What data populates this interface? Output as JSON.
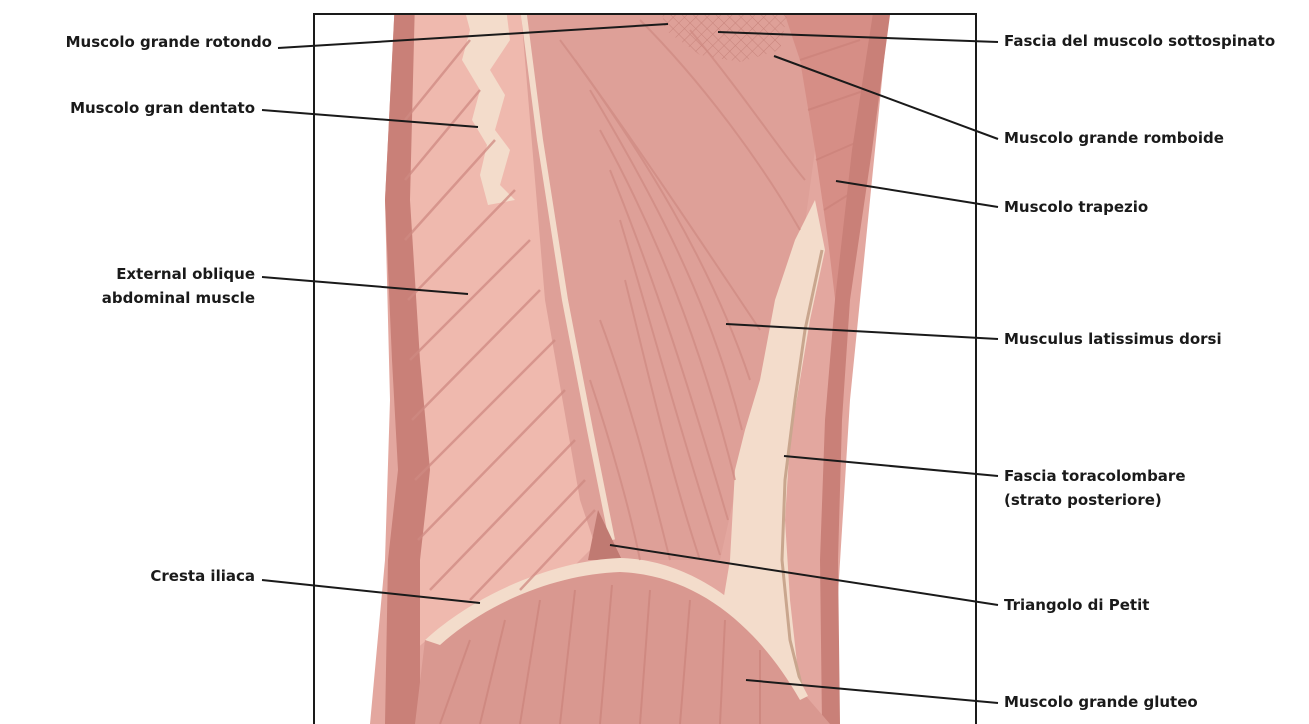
{
  "colors": {
    "frame": "#1a1a1a",
    "leader": "#1a1a1a",
    "muscle_dark": "#c98078",
    "muscle_mid": "#dc9c94",
    "muscle_light": "#e8b0a8",
    "fiber": "#cf8a82",
    "fascia": "#f3dccb",
    "fascia_edge": "#d9b8a0",
    "label_text": "#1a1a1a"
  },
  "labels": {
    "grande_rotondo": "Muscolo grande rotondo",
    "gran_dentato": "Muscolo gran dentato",
    "external_oblique_1": "External oblique",
    "external_oblique_2": "abdominal muscle",
    "cresta_iliaca": "Cresta iliaca",
    "fascia_sottospinato": "Fascia del muscolo sottospinato",
    "grande_romboide": "Muscolo grande romboide",
    "trapezio": "Muscolo trapezio",
    "latissimus": "Musculus latissimus dorsi",
    "toracolombare_1": "Fascia toracolombare",
    "toracolombare_2": "(strato posteriore)",
    "petit": "Triangolo di Petit",
    "gluteo": "Muscolo grande gluteo"
  }
}
